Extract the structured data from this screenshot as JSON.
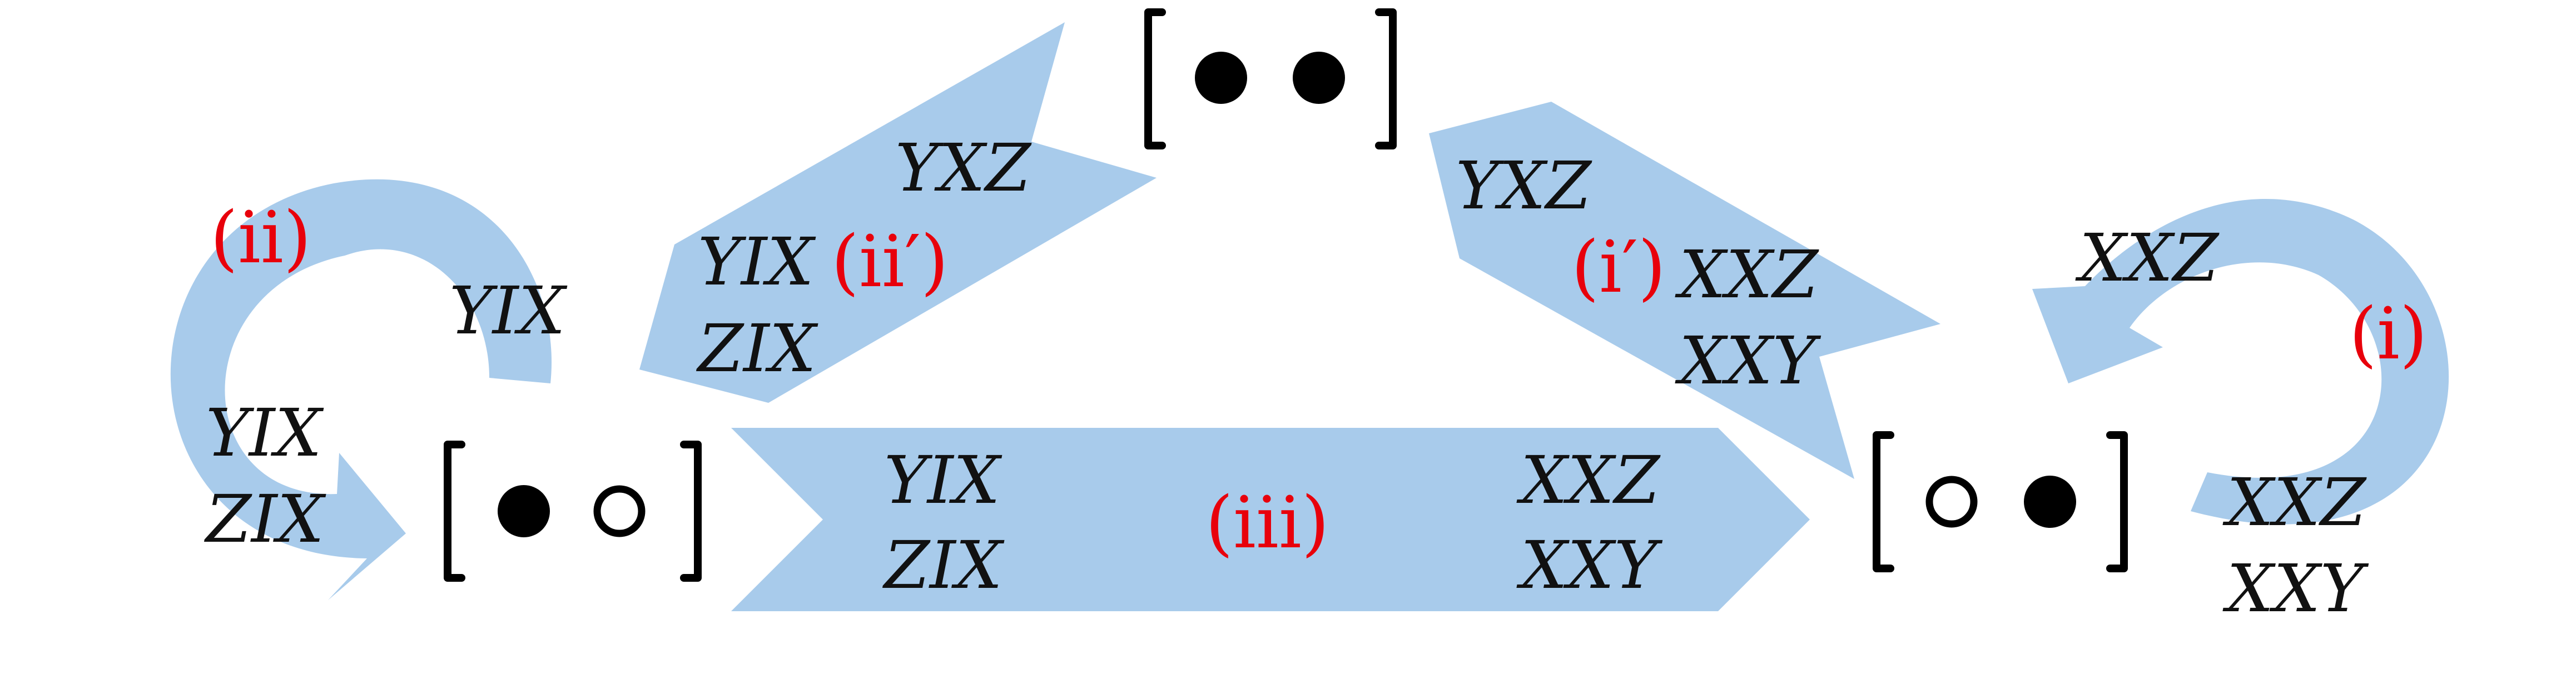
{
  "colors": {
    "arrow": "#A8CBEB",
    "label": "#E8000B",
    "ink": "#000000",
    "term": "#111111"
  },
  "states": {
    "top": {
      "spins": [
        "filled",
        "filled"
      ]
    },
    "left": {
      "spins": [
        "filled",
        "empty"
      ]
    },
    "right": {
      "spins": [
        "empty",
        "filled"
      ]
    }
  },
  "processes": {
    "i": {
      "label": "(i)",
      "terms": [
        "XXZ",
        "XXZ",
        "XXY"
      ]
    },
    "i_prime": {
      "label": "(i′)",
      "terms": [
        "YXZ",
        "XXZ",
        "XXY"
      ]
    },
    "ii": {
      "label": "(ii)",
      "terms": [
        "YIX",
        "YIX",
        "ZIX"
      ]
    },
    "ii_prime": {
      "label": "(ii′)",
      "terms": [
        "YXZ",
        "YIX",
        "ZIX"
      ]
    },
    "iii": {
      "label": "(iii)",
      "terms": [
        "YIX",
        "ZIX",
        "XXZ",
        "XXY"
      ]
    }
  }
}
